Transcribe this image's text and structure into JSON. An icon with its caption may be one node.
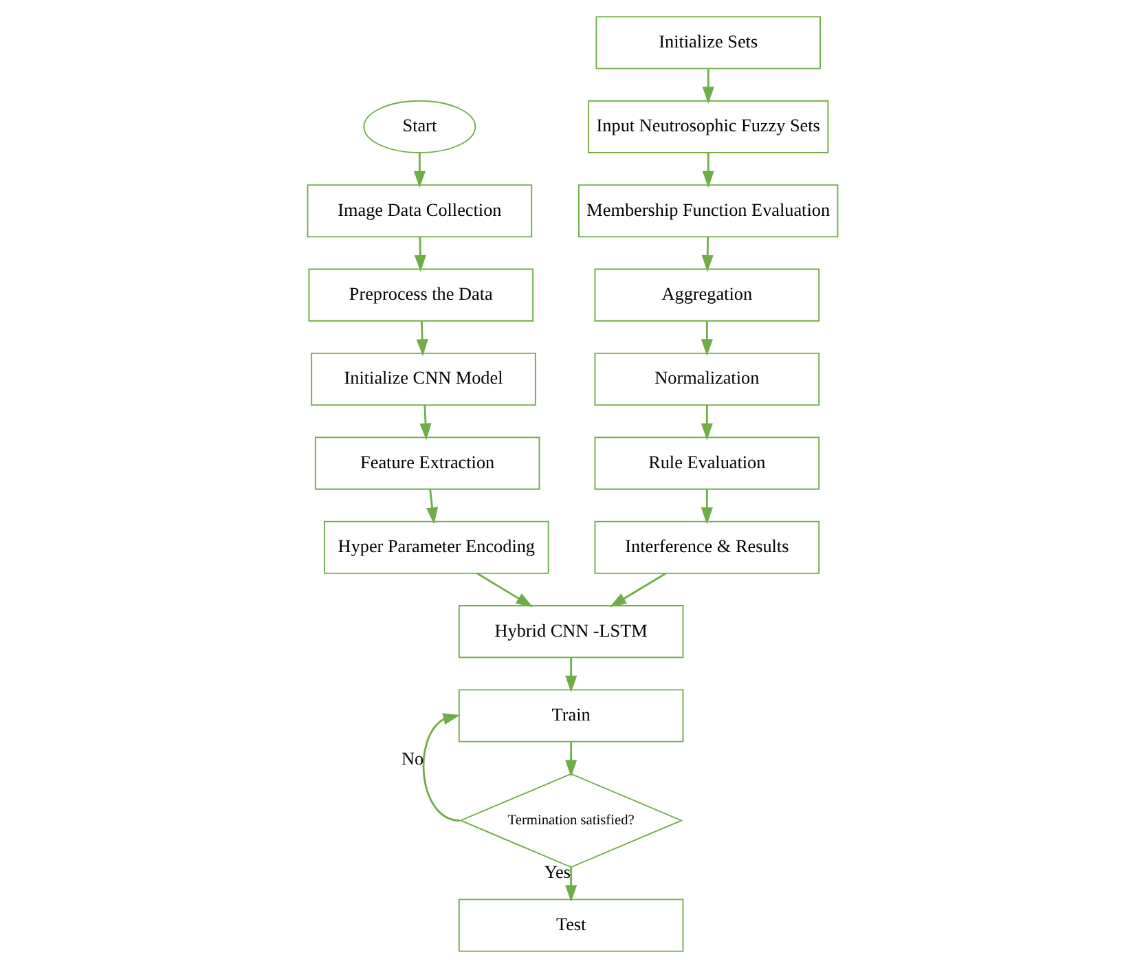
{
  "diagram": {
    "nodes": [
      {
        "text": [
          "Start"
        ]
      },
      {
        "text": [
          "Image Data Collection"
        ]
      },
      {
        "text": [
          "Preprocess the Data"
        ]
      },
      {
        "text": [
          "Initialize CNN Model"
        ]
      },
      {
        "text": [
          "Feature Extraction"
        ]
      },
      {
        "text": [
          "Hyper Parameter Encoding"
        ]
      },
      {
        "text": [
          "Hybrid CNN -LSTM"
        ]
      },
      {
        "text": [
          "Train"
        ]
      },
      {
        "text": [
          "Termination satisfied?"
        ]
      },
      {
        "text": [
          "Test"
        ]
      },
      {
        "text": [
          "Initialize Sets"
        ]
      },
      {
        "text": [
          "Input Neutrosophic Fuzzy Sets"
        ]
      },
      {
        "text": [
          "Membership Function Evaluation"
        ]
      },
      {
        "text": [
          "Aggregation"
        ]
      },
      {
        "text": [
          "Normalization"
        ]
      },
      {
        "text": [
          "Rule Evaluation"
        ]
      },
      {
        "text": [
          "Interference & Results"
        ]
      }
    ],
    "edges": [
      {
        "from": 0,
        "to": 1,
        "arrow": "to"
      },
      {
        "from": 1,
        "to": 2,
        "arrow": "to"
      },
      {
        "from": 2,
        "to": 3,
        "arrow": "to"
      },
      {
        "from": 3,
        "to": 4,
        "arrow": "to"
      },
      {
        "from": 4,
        "to": 5,
        "arrow": "to"
      },
      {
        "from": 5,
        "to": 6,
        "arrow": "to"
      },
      {
        "from": 6,
        "to": 7,
        "arrow": "to"
      },
      {
        "from": 7,
        "to": 8,
        "arrow": "to"
      },
      {
        "from": 8,
        "to": 7,
        "arrow": "to",
        "label": "No"
      },
      {
        "from": 8,
        "to": 9,
        "arrow": "to",
        "label": "Yes"
      },
      {
        "from": 10,
        "to": 11,
        "arrow": "to"
      },
      {
        "from": 11,
        "to": 12,
        "arrow": "to"
      },
      {
        "from": 12,
        "to": 13,
        "arrow": "to"
      },
      {
        "from": 13,
        "to": 14,
        "arrow": "to"
      },
      {
        "from": 14,
        "to": 15,
        "arrow": "to"
      },
      {
        "from": 15,
        "to": 16,
        "arrow": "to"
      },
      {
        "from": 16,
        "to": 6,
        "arrow": "to"
      }
    ]
  }
}
